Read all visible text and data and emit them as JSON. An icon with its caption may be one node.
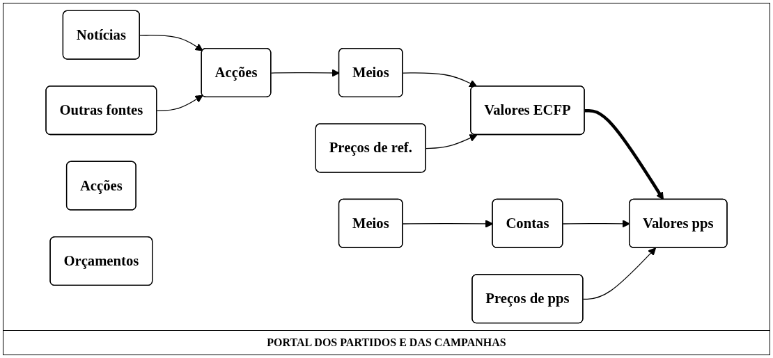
{
  "diagram": {
    "caption": "PORTAL DOS PARTIDOS E DAS CAMPANHAS",
    "nodes": [
      {
        "text": [
          "Notícias"
        ]
      },
      {
        "text": [
          "Outras fontes"
        ]
      },
      {
        "text": [
          "Acções"
        ]
      },
      {
        "text": [
          "Meios"
        ]
      },
      {
        "text": [
          "Valores ECFP"
        ]
      },
      {
        "text": [
          "Preços de ref."
        ]
      },
      {
        "text": [
          "Acções"
        ]
      },
      {
        "text": [
          "Meios"
        ]
      },
      {
        "text": [
          "Orçamentos"
        ]
      },
      {
        "text": [
          "Contas"
        ]
      },
      {
        "text": [
          "Preços de pps"
        ]
      },
      {
        "text": [
          "Valores pps"
        ]
      }
    ],
    "edges": [
      {
        "from": 0,
        "to": 2,
        "arrow": "to"
      },
      {
        "from": 1,
        "to": 2,
        "arrow": "to"
      },
      {
        "from": 2,
        "to": 3,
        "arrow": "to"
      },
      {
        "from": 3,
        "to": 4,
        "arrow": "to"
      },
      {
        "from": 5,
        "to": 4,
        "arrow": "to"
      },
      {
        "from": 4,
        "to": 11,
        "arrow": "to",
        "style": "thick"
      },
      {
        "from": 7,
        "to": 9,
        "arrow": "to"
      },
      {
        "from": 9,
        "to": 11,
        "arrow": "to"
      },
      {
        "from": 10,
        "to": 11,
        "arrow": "to"
      }
    ]
  }
}
